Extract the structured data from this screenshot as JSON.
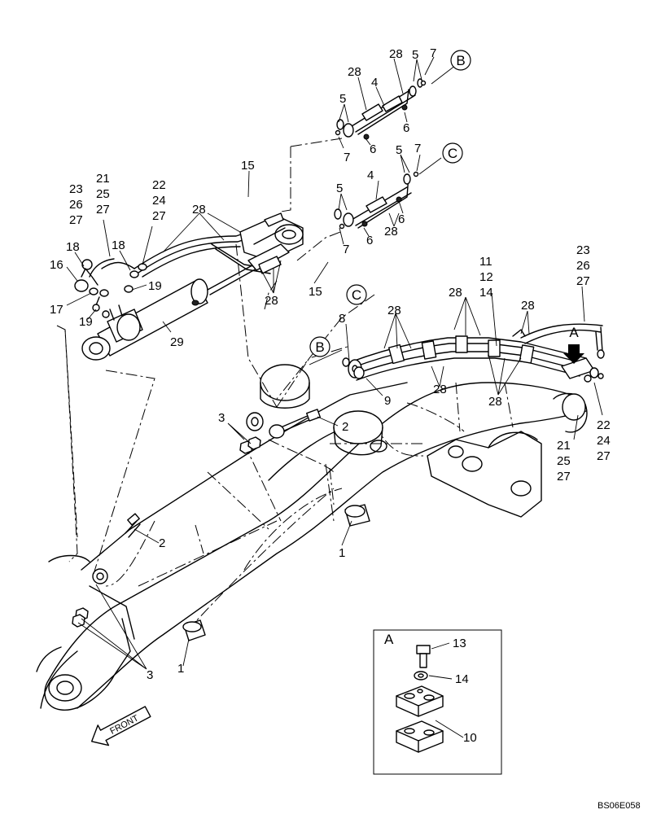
{
  "document_code": "BS06E058",
  "front_label": "FRONT",
  "detail_view": {
    "title": "A",
    "labels": {
      "bolt": "13",
      "washer": "14",
      "clamp": "10"
    }
  },
  "ref_markers": {
    "A": "A",
    "B": "B",
    "C": "C"
  },
  "callouts": {
    "top_line_b": {
      "c28a": "28",
      "c28b": "28",
      "c4": "4",
      "c5a": "5",
      "c7a": "7",
      "c5b": "5",
      "c6a": "6",
      "c6b": "6",
      "c7b": "7"
    },
    "top_line_c": {
      "c5a": "5",
      "c7a": "7",
      "c4": "4",
      "c5b": "5",
      "c6a": "6",
      "c6b": "6",
      "c28": "28",
      "c7b": "7"
    },
    "cylinder_left": {
      "g1a": "23",
      "g1b": "26",
      "g1c": "27",
      "g2a": "21",
      "g2b": "25",
      "g2c": "27",
      "g3a": "22",
      "g3b": "24",
      "g3c": "27",
      "c28": "28",
      "c18a": "18",
      "c18b": "18",
      "c16": "16",
      "c19a": "19",
      "c17": "17",
      "c19b": "19",
      "c29": "29",
      "c15a": "15",
      "c15b": "15",
      "c28b": "28"
    },
    "boom_right": {
      "g1a": "11",
      "g1b": "12",
      "g1c": "14",
      "g2a": "23",
      "g2b": "26",
      "g2c": "27",
      "c28a": "28",
      "c28b": "28",
      "c28c": "28",
      "c28d": "28",
      "c28e": "28",
      "c8": "8",
      "c9": "9",
      "g3a": "22",
      "g3b": "24",
      "g3c": "27",
      "g4a": "21",
      "g4b": "25",
      "g4c": "27"
    },
    "boom_pins": {
      "c3a": "3",
      "c2a": "2",
      "c1a": "1",
      "c2b": "2",
      "c3b": "3",
      "c1b": "1"
    }
  }
}
